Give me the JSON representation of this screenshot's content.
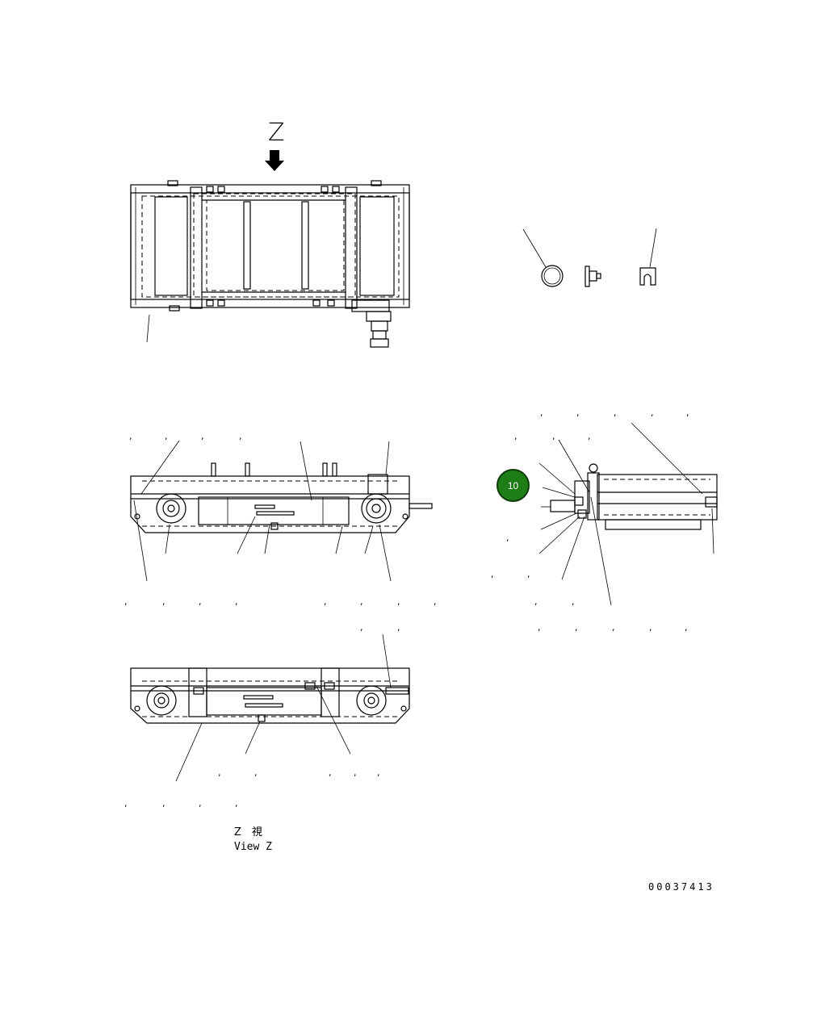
{
  "view_letter": "Z",
  "view_caption_jp": "Z　視",
  "view_caption_en": "View Z",
  "part_number": "00037413",
  "callout_badge": "10",
  "colors": {
    "badge_fill": "#1e7d16",
    "badge_border": "#0c3a08",
    "line": "#000000"
  },
  "icons": [
    "down-arrow-icon",
    "o-ring-icon",
    "fitting-icon",
    "clip-icon"
  ]
}
